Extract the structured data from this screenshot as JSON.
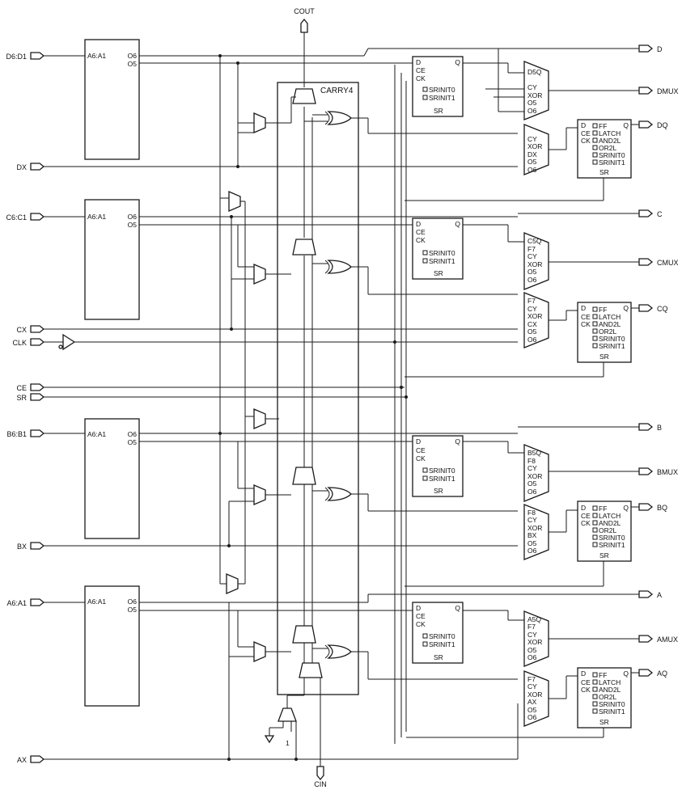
{
  "cout": "COUT",
  "cin": "CIN",
  "carry_label": "CARRY4",
  "const_one": "1",
  "inputs": {
    "d6d1": "D6:D1",
    "dx": "DX",
    "c6c1": "C6:C1",
    "cx": "CX",
    "clk": "CLK",
    "ce": "CE",
    "sr": "SR",
    "b6b1": "B6:B1",
    "bx": "BX",
    "a6a1": "A6:A1",
    "ax": "AX"
  },
  "outputs": {
    "d": "D",
    "dmux": "DMUX",
    "dq": "DQ",
    "c": "C",
    "cmux": "CMUX",
    "cq": "CQ",
    "b": "B",
    "bmux": "BMUX",
    "bq": "BQ",
    "a": "A",
    "amux": "AMUX",
    "aq": "AQ"
  },
  "lut": {
    "in": "A6:A1",
    "o6": "O6",
    "o5": "O5"
  },
  "ff1": {
    "d": "D",
    "q": "Q",
    "ce": "CE",
    "ck": "CK",
    "srinit0": "SRINIT0",
    "srinit1": "SRINIT1",
    "sr": "SR"
  },
  "ff2": {
    "d": "D",
    "q": "Q",
    "ce": "CE",
    "ck": "CK",
    "ff": "FF",
    "latch": "LATCH",
    "and2l": "AND2L",
    "or2l": "OR2L",
    "srinit0": "SRINIT0",
    "srinit1": "SRINIT1",
    "sr": "SR"
  },
  "muxd": {
    "a": [
      "D5Q",
      "CY",
      "XOR",
      "O5",
      "O6"
    ],
    "b": [
      "CY",
      "XOR",
      "DX",
      "O5",
      "O6"
    ]
  },
  "muxc": {
    "a": [
      "C5Q",
      "F7",
      "CY",
      "XOR",
      "O5",
      "O6"
    ],
    "b": [
      "F7",
      "CY",
      "XOR",
      "CX",
      "O5",
      "O6"
    ]
  },
  "muxb": {
    "a": [
      "B5Q",
      "F8",
      "CY",
      "XOR",
      "O5",
      "O6"
    ],
    "b": [
      "F8",
      "CY",
      "XOR",
      "BX",
      "O5",
      "O6"
    ]
  },
  "muxa": {
    "a": [
      "A5Q",
      "F7",
      "CY",
      "XOR",
      "O5",
      "O6"
    ],
    "b": [
      "F7",
      "CY",
      "XOR",
      "AX",
      "O5",
      "O6"
    ]
  }
}
